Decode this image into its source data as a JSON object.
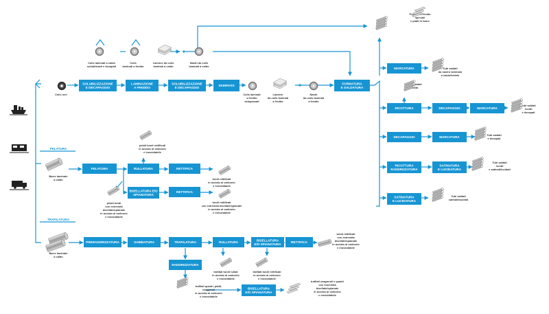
{
  "colors": {
    "accent": "#1795d3",
    "text": "#333333",
    "background": "#ffffff"
  },
  "transport_icons": [
    "ship-icon",
    "train-icon",
    "truck-icon"
  ],
  "sections": {
    "pelatura": "PELATURA",
    "trafilatura": "TRAFILATURA"
  },
  "boxes": {
    "solubilizzazione_decapaggio_1": [
      "SOLUBILIZZAZIONE",
      "E DECAPAGGIO"
    ],
    "laminazione_freddo": [
      "LAMINAZIONE",
      "A FREDDO"
    ],
    "solubilizzazione_decapaggio_2": [
      "SOLUBILIZZAZIONE",
      "E DECAPAGGIO"
    ],
    "skinpass": [
      "SKINPASS"
    ],
    "formatura_saldatura": [
      "FORMATURA",
      "E SALDATURA"
    ],
    "marcatura_1": [
      "MARCATURA"
    ],
    "ricottura": [
      "RICOTTURA"
    ],
    "decapaggio_1": [
      "DECAPAGGIO"
    ],
    "marcatura_2": [
      "MARCATURA"
    ],
    "decapaggio_2": [
      "DECAPAGGIO"
    ],
    "marcatura_3": [
      "MARCATURA"
    ],
    "ricottura_raddrizzatura": [
      "RICOTTURA",
      "RADDRIZZATURA"
    ],
    "satinatura_lucidatura_1": [
      "SATINATURA",
      "E LUCIDATURA"
    ],
    "satinatura_lucidatura_2": [
      "SATINATURA",
      "E LUCIDATURA"
    ],
    "pelatura": [
      "PELATURA"
    ],
    "rullatura_1": [
      "RULLATURA"
    ],
    "rettifica_1": [
      "RETTIFICA"
    ],
    "bisellatura_spianatura_1": [
      "BISELLATURA E/O",
      "SPIANATURA"
    ],
    "rettifica_2": [
      "RETTIFICA"
    ],
    "preraddrizzatura": [
      "PRERADDRIZZATURA"
    ],
    "sabbiatura": [
      "SABBIATURA"
    ],
    "trafilatura": [
      "TRAFILATURA"
    ],
    "rullatura_2": [
      "RULLATURA"
    ],
    "bisellatura_spianatura_2": [
      "BISELLATURA",
      "E/O SPIANATURA"
    ],
    "rettifica_3": [
      "RETTIFICA"
    ],
    "raddrizzatura": [
      "RADDRIZZATURA"
    ],
    "bisellatura_spianatura_3": [
      "BISELLATURA",
      "E/O SPIANATURA"
    ]
  },
  "labels": {
    "coils_neri": [
      "Coils neri"
    ],
    "coils_caldo_decapati": [
      "Coils laminati a caldo",
      "solubilizzati e decapati"
    ],
    "coils_freddo": [
      "Coils",
      "laminati a freddo"
    ],
    "lamiere_coils_caldo": [
      "Lamiere da coils",
      "laminati a caldo"
    ],
    "nastri_coils_caldo": [
      "Nastri da coils",
      "laminati a caldo"
    ],
    "profilati_freddo": [
      "Profilati a freddo",
      "speciali",
      "e piatti in barre"
    ],
    "coils_freddo_skinpassati": [
      "Coils laminati",
      "a freddo",
      "skinpassati"
    ],
    "lamiere_coils_freddo": [
      "Lamiere",
      "da coils laminati",
      "a freddo"
    ],
    "nastri_coils_freddo": [
      "Nastri",
      "da coils laminati",
      "a freddo"
    ],
    "tubi_saldati_grezzi": [
      "Tubi saldati",
      "da nastro laminato",
      "a caldo/freddo"
    ],
    "tubi_saldati_ricotti_1": [
      "Tubi saldati",
      "ricotti"
    ],
    "tubi_saldati_ricotti_decapati": [
      "Tubi saldati",
      "ricotti",
      "e decapati"
    ],
    "tubi_saldati_decapati": [
      "Tubi saldati",
      "e decapati"
    ],
    "tubi_saldati_ricotti_satinati": [
      "Tubi saldati",
      "ricotti",
      "e satinati/lucidati"
    ],
    "tubi_saldati_satinati": [
      "Tubi saldati",
      "satinati/lucidati"
    ],
    "barre_laminate_1": [
      "Barre laminate",
      "a caldo"
    ],
    "pelati_tondi_rettificati": [
      "pelati tondi rettificati",
      "in acciaio al carbonio",
      "e inossidabile"
    ],
    "tondi_rettificati_1": [
      "tondi rettificati",
      "in acciaio al carbonio",
      "e inossidabile"
    ],
    "pelati_tondi_estremita": [
      "pelati tondi",
      "con estremità",
      "bisellate/spianate",
      "in acciaio al carbonio",
      "e inossidabile"
    ],
    "tondi_rettificati_estremita_1": [
      "tondi rettificati",
      "con estremità bisellate/spianate",
      "in acciaio al carbonio",
      "e inossidabile"
    ],
    "barre_laminate_2": [
      "Barre laminate",
      "a caldo"
    ],
    "tondi_rettificati_estremita_2": [
      "tondi rettificati",
      "con estremità",
      "bisellate/spianate",
      "in acciaio al carbonio",
      "e inossidabile"
    ],
    "trafilati_tondi_rullati": [
      "trafilati tondi rullati",
      "in acciaio al carbonio",
      "e inossidabile"
    ],
    "trafilati_tondi_rettificati": [
      "trafilati tondi rettificati",
      "in acciaio al carbonio",
      "e inossidabile"
    ],
    "trafilati_quadri": [
      "trafilati quadri, piatti,",
      "esagonali",
      "in acciaio al carbonio",
      "e inossidabile"
    ],
    "trafilati_esagonali_estremita": [
      "trafilati esagonali e quadri",
      "con estremità",
      "bisellate/spianate",
      "in acciaio al carbonio",
      "e inossidabile"
    ]
  }
}
